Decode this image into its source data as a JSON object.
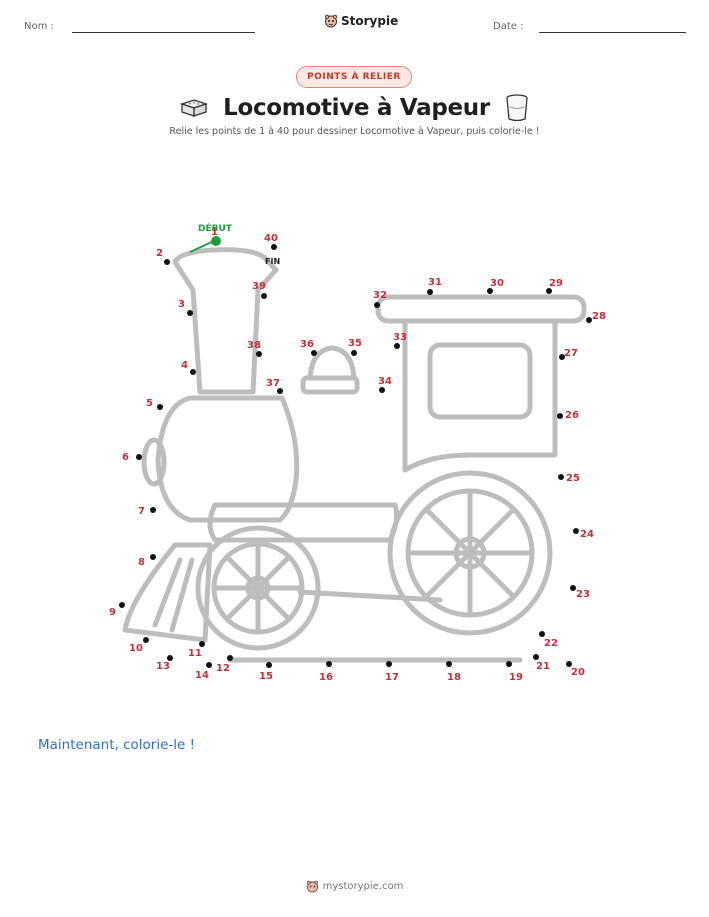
{
  "header": {
    "name_label": "Nom :",
    "date_label": "Date :",
    "brand": "Storypie"
  },
  "badge": "POINTS À RELIER",
  "title": "Locomotive à Vapeur",
  "subtitle": "Relie les points de 1 à 40 pour dessiner Locomotive à Vapeur, puis colorie-le !",
  "markers": {
    "start": "DÉBUT",
    "end": "FIN"
  },
  "dots": [
    {
      "n": "1"
    },
    {
      "n": "2"
    },
    {
      "n": "3"
    },
    {
      "n": "4"
    },
    {
      "n": "5"
    },
    {
      "n": "6"
    },
    {
      "n": "7"
    },
    {
      "n": "8"
    },
    {
      "n": "9"
    },
    {
      "n": "10"
    },
    {
      "n": "11"
    },
    {
      "n": "12"
    },
    {
      "n": "13"
    },
    {
      "n": "14"
    },
    {
      "n": "15"
    },
    {
      "n": "16"
    },
    {
      "n": "17"
    },
    {
      "n": "18"
    },
    {
      "n": "19"
    },
    {
      "n": "20"
    },
    {
      "n": "21"
    },
    {
      "n": "22"
    },
    {
      "n": "23"
    },
    {
      "n": "24"
    },
    {
      "n": "25"
    },
    {
      "n": "26"
    },
    {
      "n": "27"
    },
    {
      "n": "28"
    },
    {
      "n": "29"
    },
    {
      "n": "30"
    },
    {
      "n": "31"
    },
    {
      "n": "32"
    },
    {
      "n": "33"
    },
    {
      "n": "34"
    },
    {
      "n": "35"
    },
    {
      "n": "36"
    },
    {
      "n": "37"
    },
    {
      "n": "38"
    },
    {
      "n": "39"
    },
    {
      "n": "40"
    }
  ],
  "instruction": "Maintenant, colorie-le !",
  "footer": "mystorypie.com",
  "colors": {
    "badge_text": "#c0392b",
    "badge_bg": "#fde9e4",
    "label": "#c0323a",
    "start": "#1e9e3f",
    "outline": "#bdbdbd",
    "instruction": "#2f6fd1"
  },
  "icons": [
    "storypie-logo-icon",
    "tofu-box-icon",
    "milk-cup-icon"
  ]
}
